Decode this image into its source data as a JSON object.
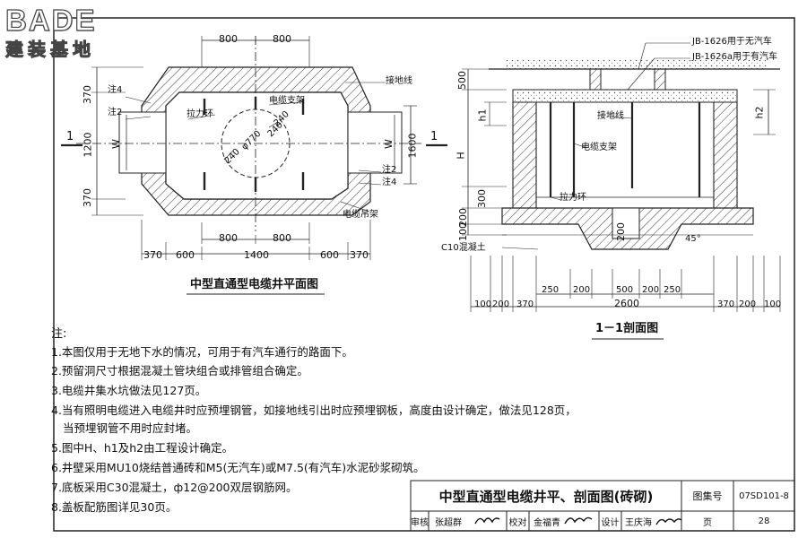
{
  "logo": {
    "main": "BADE",
    "sub": "建装基地"
  },
  "plan": {
    "title": "中型直通型电缆井平面图",
    "dims_top": [
      "800",
      "800"
    ],
    "dims_bottom_inner": [
      "800",
      "800"
    ],
    "dims_bottom_outer": [
      "370",
      "600",
      "1400",
      "600",
      "370"
    ],
    "dims_left": [
      "370",
      "1200",
      "370"
    ],
    "dim_right": "1600",
    "w_left": "W",
    "w_right": "W",
    "dim_240a": "240",
    "dim_240b": "240",
    "dim_240c": "240",
    "dim_diam": "φ770",
    "section_mark_left": "1",
    "section_mark_right": "1",
    "labels": {
      "zhu4_left": "注4",
      "zhu2_left": "注2",
      "zhu2_right": "注2",
      "zhu4_right": "注4",
      "pull_ring": "拉力环",
      "cable_bracket": "电缆支架",
      "ground_wire": "接地线",
      "cable_hook": "电缆吊架"
    }
  },
  "section": {
    "title": "1－1剖面图",
    "note_line1": "JB-1626用于无汽车",
    "note_line2": "JB-1626a用于有汽车",
    "labels": {
      "ground_wire": "接地线",
      "cable_bracket": "电缆支架",
      "pull_ring": "拉力环",
      "concrete": "C10混凝土"
    },
    "dims_left": [
      "500",
      "h1",
      "H",
      "300",
      "200",
      "100"
    ],
    "dim_right_h2": "h2",
    "dim_sump": "200",
    "angle": "45°",
    "dims_bottom_inner": [
      "250",
      "200",
      "500",
      "200",
      "250"
    ],
    "dim_total": "2600",
    "dims_bottom_outer_left": [
      "100",
      "200",
      "370"
    ],
    "dims_bottom_outer_right": [
      "370",
      "200",
      "100"
    ]
  },
  "notes": {
    "head": "注:",
    "items": [
      "1.本图仅用于无地下水的情况，可用于有汽车通行的路面下。",
      "2.预留洞尺寸根据混凝土管块组合或排管组合确定。",
      "3.电缆井集水坑做法见127页。",
      "4.当有照明电缆进入电缆井时应预埋钢管，如接地线引出时应预埋钢板，高度由设计确定，做法见128页，",
      "当预埋钢管不用时应封堵。",
      "5.图中H、h1及h2由工程设计确定。",
      "6.井壁采用MU10烧结普通砖和M5(无汽车)或M7.5(有汽车)水泥砂浆砌筑。",
      "7.底板采用C30混凝土，ф12@200双层钢筋网。",
      "8.盖板配筋图详见30页。"
    ]
  },
  "title_block": {
    "title": "中型直通型电缆井平、剖面图(砖砌)",
    "atlas_label": "图集号",
    "atlas_no": "07SD101-8",
    "review_label": "审核",
    "reviewer": "张超群",
    "check_label": "校对",
    "checker": "金福青",
    "design_label": "设计",
    "designer": "王庆海",
    "page_label": "页",
    "page_no": "28"
  }
}
